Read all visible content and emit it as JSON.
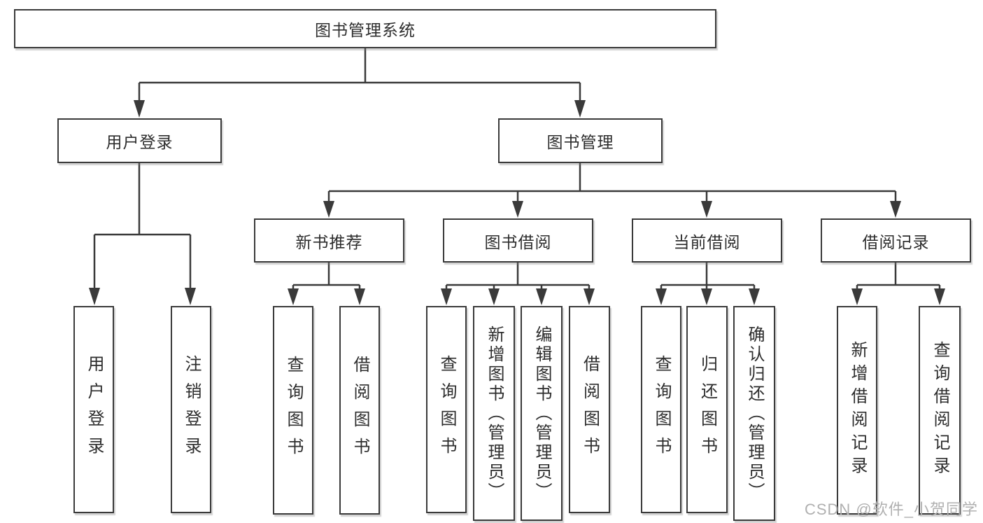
{
  "tree": {
    "root": {
      "label": "图书管理系统"
    },
    "children": [
      {
        "label": "用户登录",
        "children": [
          {
            "label": "用户登录"
          },
          {
            "label": "注销登录"
          }
        ]
      },
      {
        "label": "图书管理",
        "children": [
          {
            "label": "新书推荐",
            "children": [
              {
                "label": "查询图书"
              },
              {
                "label": "借阅图书"
              }
            ]
          },
          {
            "label": "图书借阅",
            "children": [
              {
                "label": "查询图书"
              },
              {
                "label": "新增图书（管理员）"
              },
              {
                "label": "编辑图书（管理员）"
              },
              {
                "label": "借阅图书"
              }
            ]
          },
          {
            "label": "当前借阅",
            "children": [
              {
                "label": "查询图书"
              },
              {
                "label": "归还图书"
              },
              {
                "label": "确认归还（管理员）"
              }
            ]
          },
          {
            "label": "借阅记录",
            "children": [
              {
                "label": "新增借阅记录"
              },
              {
                "label": "查询借阅记录"
              }
            ]
          }
        ]
      }
    ]
  },
  "watermark": {
    "text": "CSDN @软件_小贺同学"
  },
  "colors": {
    "line": "#3a3a3a",
    "text": "#2d2d2d",
    "box_fill": "#ffffff",
    "watermark": "#b0b0b0",
    "background": "#ffffff"
  }
}
